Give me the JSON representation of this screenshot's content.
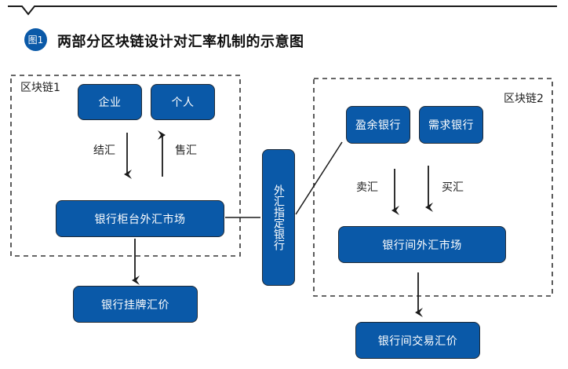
{
  "figure": {
    "badge_label": "图1",
    "title": "两部分区块链设计对汇率机制的示意图"
  },
  "colors": {
    "node_fill": "#0a59a8",
    "node_border": "#1f2a36",
    "line": "#1a1a1a",
    "text": "#222222"
  },
  "blockchain1": {
    "label": "区块链1",
    "nodes": {
      "enterprise": "企业",
      "individual": "个人",
      "counter_market": "银行柜台外汇市场"
    },
    "edges": {
      "settle": "结汇",
      "sell": "售汇"
    }
  },
  "designated_bank": "外汇指定银行",
  "bank_listed_rate": "银行挂牌汇价",
  "blockchain2": {
    "label": "区块链2",
    "nodes": {
      "surplus_bank": "盈余银行",
      "demand_bank": "需求银行",
      "interbank_market": "银行间外汇市场"
    },
    "edges": {
      "sell_fx": "卖汇",
      "buy_fx": "买汇"
    }
  },
  "interbank_rate": "银行间交易汇价"
}
